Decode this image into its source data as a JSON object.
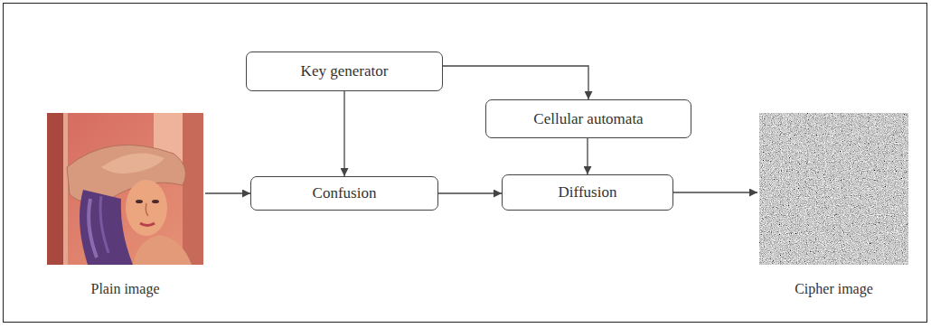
{
  "diagram": {
    "nodes": [
      {
        "text": [
          "Plain image"
        ]
      },
      {
        "text": [
          "Key generator"
        ]
      },
      {
        "text": [
          "Confusion"
        ]
      },
      {
        "text": [
          "Cellular automata"
        ]
      },
      {
        "text": [
          "Diffusion"
        ]
      },
      {
        "text": [
          "Cipher image"
        ]
      }
    ],
    "edges": [
      {
        "from": 0,
        "to": 2,
        "arrow": "to"
      },
      {
        "from": 1,
        "to": 2,
        "arrow": "to"
      },
      {
        "from": 1,
        "to": 3,
        "arrow": "to"
      },
      {
        "from": 3,
        "to": 4,
        "arrow": "to"
      },
      {
        "from": 2,
        "to": 4,
        "arrow": "to"
      },
      {
        "from": 4,
        "to": 5,
        "arrow": "to"
      }
    ]
  }
}
